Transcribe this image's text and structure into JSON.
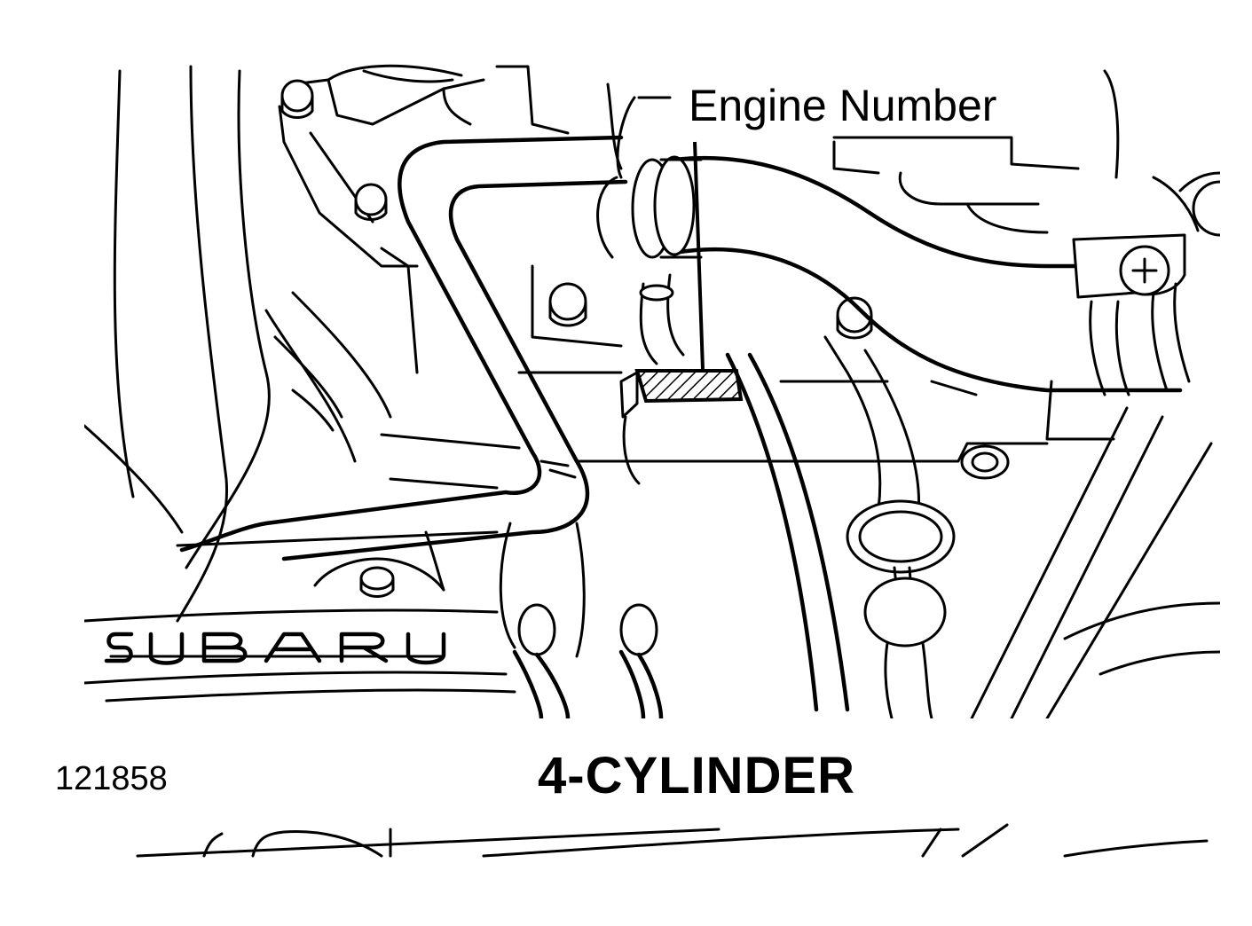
{
  "callout": {
    "label": "Engine Number"
  },
  "figure": {
    "id": "121858",
    "caption": "4-CYLINDER"
  },
  "logo_text": "SUBARU",
  "colors": {
    "ink": "#000000",
    "paper": "#ffffff"
  }
}
